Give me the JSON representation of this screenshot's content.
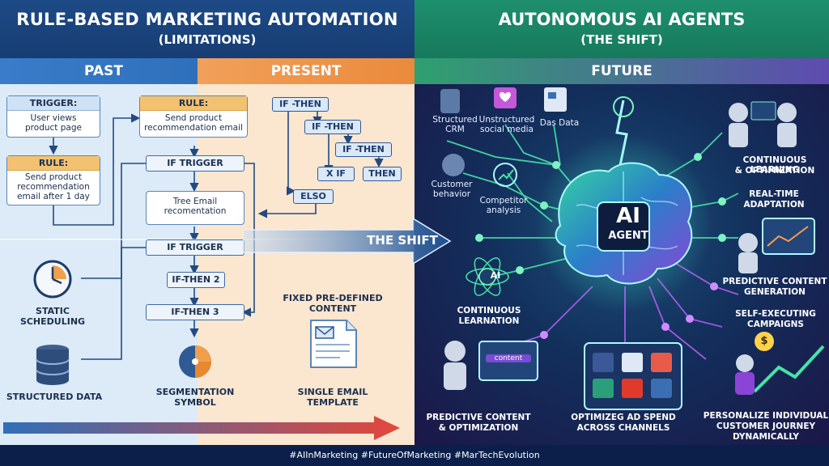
{
  "left": {
    "title": "RULE-BASED MARKETING AUTOMATION",
    "subtitle": "(LIMITATIONS)",
    "past_label": "PAST",
    "present_label": "PRESENT",
    "trigger_box": {
      "head": "TRIGGER:",
      "line1": "User views",
      "line2": "product page"
    },
    "rule_box_past": {
      "head": "RULE:",
      "line1": "Send product",
      "line2": "recommendation",
      "line3": "email after 1 day"
    },
    "rule_box_present": {
      "head": "RULE:",
      "line1": "Send product",
      "line2": "recommendation email"
    },
    "if_trigger_1": "IF TRIGGER",
    "tree_email": {
      "line1": "Tree Email",
      "line2": "recomentation"
    },
    "if_trigger_2": "IF TRIGGER",
    "if_then_2": "IF-THEN 2",
    "if_then_3": "IF-THEN 3",
    "tree": {
      "n1": "IF -THEN",
      "n2": "IF -THEN",
      "n3": "IF -THEN",
      "n4": "X IF",
      "n5": "THEN",
      "n6": "ELSO"
    },
    "static_scheduling": {
      "line1": "STATIC",
      "line2": "SCHEDULING"
    },
    "structured_data": "STRUCTURED DATA",
    "segmentation": {
      "line1": "SEGMENTATION",
      "line2": "SYMBOL"
    },
    "fixed_content": {
      "line1": "FIXED PRE-DEFINED",
      "line2": "CONTENT"
    },
    "single_email": {
      "line1": "SINGLE EMAIL",
      "line2": "TEMPLATE"
    }
  },
  "shift_label": "THE SHIFT",
  "right": {
    "title": "AUTONOMOUS AI AGENTS",
    "subtitle": "(THE SHIFT)",
    "future_label": "FUTURE",
    "ai_line1": "AI",
    "ai_line2": "AGENT",
    "structured_crm": {
      "line1": "Structured",
      "line2": "CRM"
    },
    "unstructured_social": {
      "line1": "Unstructured",
      "line2": "social media"
    },
    "das_data": "Das Data",
    "customer_behavior": {
      "line1": "Customer",
      "line2": "behavior"
    },
    "competitor": {
      "line1": "Competitor",
      "line2": "analysis"
    },
    "continuous_learnation": {
      "line1": "CONTINUOUS",
      "line2": "LEARNATION"
    },
    "continuous_learning": {
      "line1": "CONTINUOUS LEARNING",
      "line2": "& OPTIMIZATION"
    },
    "realtime": {
      "line1": "REAL-TIME",
      "line2": "ADAPTATION"
    },
    "predictive_gen": {
      "line1": "PREDICTIVE CONTENT",
      "line2": "GENERATION"
    },
    "self_exec": {
      "line1": "SELF-EXECUTING",
      "line2": "CAMPAIGNS"
    },
    "predictive_opt": {
      "line1": "PREDICTIVE CONTENT",
      "line2": "& OPTIMIZATION"
    },
    "content_tag": "content",
    "optimized_ad": {
      "line1": "OPTIMIZEG AD SPEND",
      "line2": "ACROSS CHANNELS"
    },
    "personalize": {
      "line1": "PERSONALIZE INDIVIDUAL",
      "line2": "CUSTOMER JOURNEY",
      "line3": "DYNAMICALLY"
    },
    "ai_small": "AI",
    "dollar": "$"
  },
  "footer": "#AIInMarketing #FutureOfMarketing #MarTechEvolution"
}
